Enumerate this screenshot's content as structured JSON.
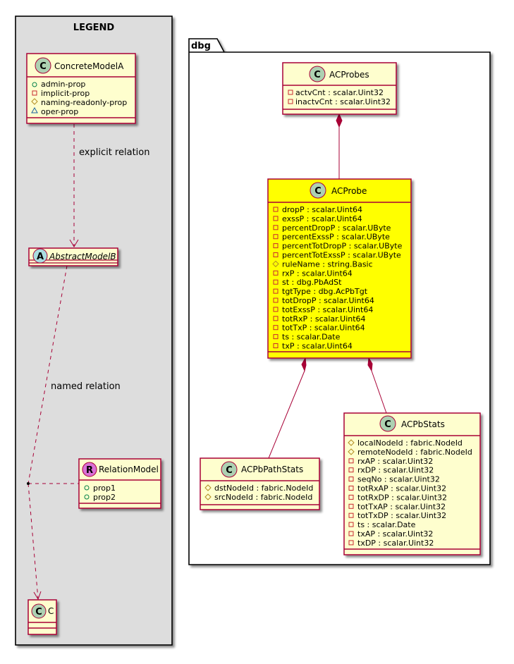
{
  "legend": {
    "title": "LEGEND",
    "concrete": {
      "name": "ConcreteModelA",
      "attrs": [
        "admin-prop",
        "implicit-prop",
        "naming-readonly-prop",
        "oper-prop"
      ]
    },
    "abstract": {
      "name": "AbstractModelB"
    },
    "relation_model": {
      "name": "RelationModel",
      "attrs": [
        "prop1",
        "prop2"
      ]
    },
    "c": {
      "name": "C"
    },
    "explicit_label": "explicit relation",
    "named_label": "named relation"
  },
  "package": {
    "name": "dbg",
    "acprobes": {
      "name": "ACProbes",
      "attrs": [
        "actvCnt : scalar.Uint32",
        "inactvCnt : scalar.Uint32"
      ]
    },
    "acprobe": {
      "name": "ACProbe",
      "attrs": [
        "dropP : scalar.Uint64",
        "exssP : scalar.Uint64",
        "percentDropP : scalar.UByte",
        "percentExssP : scalar.UByte",
        "percentTotDropP : scalar.UByte",
        "percentTotExssP : scalar.UByte",
        "ruleName : string.Basic",
        "rxP : scalar.Uint64",
        "st : dbg.PbAdSt",
        "tgtType : dbg.AcPbTgt",
        "totDropP : scalar.Uint64",
        "totExssP : scalar.Uint64",
        "totRxP : scalar.Uint64",
        "totTxP : scalar.Uint64",
        "ts : scalar.Date",
        "txP : scalar.Uint64"
      ]
    },
    "acpbpathstats": {
      "name": "ACPbPathStats",
      "attrs": [
        "dstNodeId : fabric.NodeId",
        "srcNodeId : fabric.NodeId"
      ]
    },
    "acpbstats": {
      "name": "ACPbStats",
      "attrs": [
        "localNodeId : fabric.NodeId",
        "remoteNodeId : fabric.NodeId",
        "rxAP : scalar.Uint32",
        "rxDP : scalar.Uint32",
        "seqNo : scalar.Uint32",
        "totRxAP : scalar.Uint32",
        "totRxDP : scalar.Uint32",
        "totTxAP : scalar.Uint32",
        "totTxDP : scalar.Uint32",
        "ts : scalar.Date",
        "txAP : scalar.Uint32",
        "txDP : scalar.Uint32"
      ]
    }
  },
  "stereotype_letters": {
    "class": "C",
    "abstract": "A",
    "relation": "R"
  },
  "colors": {
    "class_fill": "#FEFECE",
    "border": "#A80036",
    "highlight_fill": "#FFFF00",
    "legend_bg": "#DDDDDD",
    "class_circle": "#ADD1B2",
    "abstract_circle": "#A9DCDF",
    "relation_circle": "#DA70D6",
    "public_icon": "#038048",
    "private_icon": "#C82930",
    "protected_icon": "#B38D22",
    "package_icon": "#1963A0"
  }
}
